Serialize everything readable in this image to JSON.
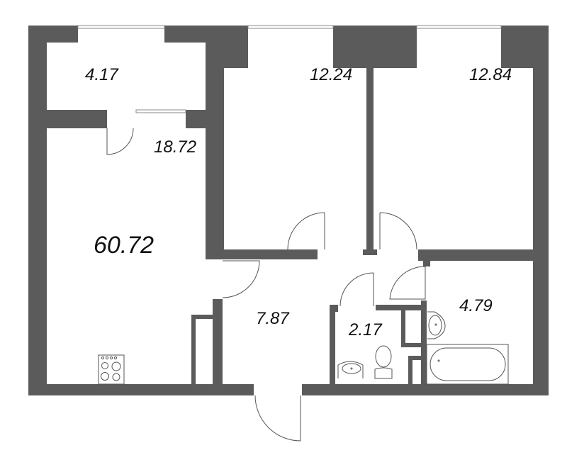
{
  "plan": {
    "wall_color": "#5b5b5b",
    "floor_color": "#ffffff",
    "line_color": "#555555"
  },
  "rooms": {
    "balcony": {
      "area": "4.17"
    },
    "kitchen": {
      "area": "18.72"
    },
    "bedroom_1": {
      "area": "12.24"
    },
    "bedroom_2": {
      "area": "12.84"
    },
    "total": {
      "area": "60.72"
    },
    "hallway": {
      "area": "7.87"
    },
    "toilet": {
      "area": "2.17"
    },
    "bathroom": {
      "area": "4.79"
    }
  },
  "fixtures": {
    "stove": "stove-icon",
    "toilet_bowl": "toilet-icon",
    "sink_toilet": "sink-icon",
    "sink_bath": "sink-icon",
    "bathtub": "bathtub-icon"
  }
}
